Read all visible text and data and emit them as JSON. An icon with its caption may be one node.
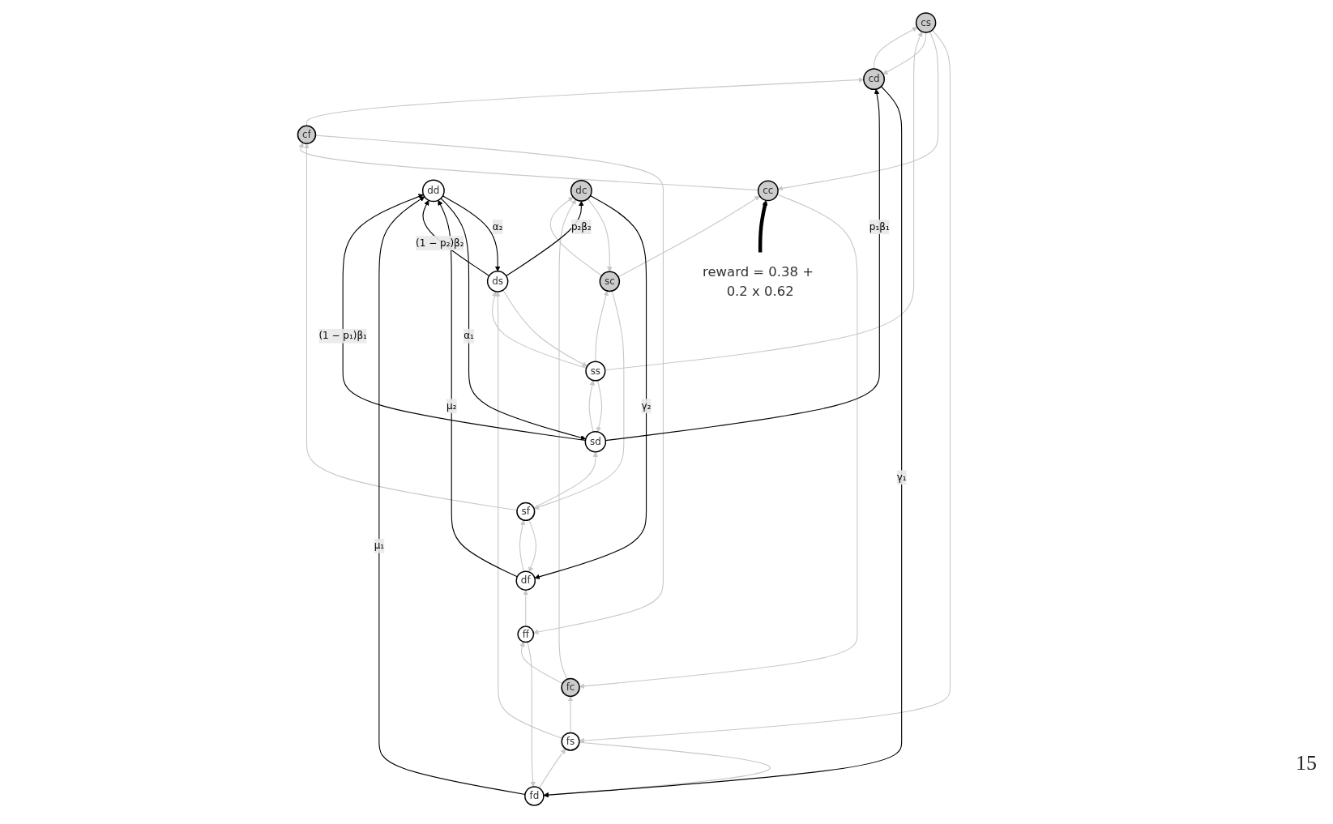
{
  "diagram": {
    "nodes": [
      {
        "text": [
          "fd"
        ]
      },
      {
        "text": [
          "fs"
        ]
      },
      {
        "text": [
          "fc"
        ]
      },
      {
        "text": [
          "ff"
        ]
      },
      {
        "text": [
          "cd"
        ]
      },
      {
        "text": [
          "cs"
        ]
      },
      {
        "text": [
          "cc"
        ]
      },
      {
        "text": [
          "cf"
        ]
      },
      {
        "text": [
          "sd"
        ]
      },
      {
        "text": [
          "ss"
        ]
      },
      {
        "text": [
          "sc"
        ]
      },
      {
        "text": [
          "sf"
        ]
      },
      {
        "text": [
          "dd"
        ]
      },
      {
        "text": [
          "ds"
        ]
      },
      {
        "text": [
          "dc"
        ]
      },
      {
        "text": [
          "df"
        ]
      },
      {
        "text": [
          "reward = 0.38 + 0.2 x 0.62"
        ]
      }
    ],
    "edges": [
      {
        "from": 0,
        "to": 1,
        "arrow": "to"
      },
      {
        "from": 1,
        "to": 0,
        "arrow": "to"
      },
      {
        "from": 1,
        "to": 2,
        "arrow": "to"
      },
      {
        "from": 2,
        "to": 3,
        "arrow": "to"
      },
      {
        "from": 3,
        "to": 0,
        "arrow": "to"
      },
      {
        "from": 4,
        "to": 5,
        "arrow": "to"
      },
      {
        "from": 5,
        "to": 4,
        "arrow": "to"
      },
      {
        "from": 5,
        "to": 6,
        "arrow": "to"
      },
      {
        "from": 6,
        "to": 7,
        "arrow": "to"
      },
      {
        "from": 7,
        "to": 4,
        "arrow": "to"
      },
      {
        "from": 8,
        "to": 9,
        "arrow": "to"
      },
      {
        "from": 9,
        "to": 8,
        "arrow": "to"
      },
      {
        "from": 9,
        "to": 10,
        "arrow": "to"
      },
      {
        "from": 10,
        "to": 11,
        "arrow": "to"
      },
      {
        "from": 11,
        "to": 8,
        "arrow": "to"
      },
      {
        "from": 13,
        "to": 9,
        "arrow": "to"
      },
      {
        "from": 9,
        "to": 5,
        "arrow": "to"
      },
      {
        "from": 5,
        "to": 1,
        "arrow": "to"
      },
      {
        "from": 9,
        "to": 13,
        "arrow": "to"
      },
      {
        "from": 1,
        "to": 13,
        "arrow": "to"
      },
      {
        "from": 14,
        "to": 10,
        "arrow": "to"
      },
      {
        "from": 10,
        "to": 6,
        "arrow": "to"
      },
      {
        "from": 6,
        "to": 2,
        "arrow": "to"
      },
      {
        "from": 10,
        "to": 14,
        "arrow": "to"
      },
      {
        "from": 2,
        "to": 14,
        "arrow": "to"
      },
      {
        "from": 15,
        "to": 11,
        "arrow": "to"
      },
      {
        "from": 11,
        "to": 7,
        "arrow": "to"
      },
      {
        "from": 7,
        "to": 3,
        "arrow": "to"
      },
      {
        "from": 11,
        "to": 15,
        "arrow": "to"
      },
      {
        "from": 3,
        "to": 15,
        "arrow": "to"
      },
      {
        "from": 4,
        "to": 0,
        "arrow": "to",
        "label": "γ₁",
        "color": "#000000"
      },
      {
        "from": 8,
        "to": 4,
        "arrow": "to",
        "label": "p₁β₁",
        "color": "#000000"
      },
      {
        "from": 12,
        "to": 8,
        "arrow": "to",
        "label": "α₁",
        "color": "#000000"
      },
      {
        "from": 8,
        "to": 12,
        "arrow": "to",
        "label": "(1 − p₁)β₁",
        "color": "#000000"
      },
      {
        "from": 0,
        "to": 12,
        "arrow": "to",
        "label": "μ₁",
        "color": "#000000"
      },
      {
        "from": 12,
        "to": 13,
        "arrow": "to",
        "label": "α₂",
        "color": "#000000"
      },
      {
        "from": 13,
        "to": 12,
        "arrow": "to",
        "label": "(1 − p₂)β₂",
        "color": "#000000"
      },
      {
        "from": 13,
        "to": 14,
        "arrow": "to",
        "label": "p₂β₂",
        "color": "#000000"
      },
      {
        "from": 14,
        "to": 15,
        "arrow": "to",
        "label": "γ₂",
        "color": "#000000"
      },
      {
        "from": 15,
        "to": 12,
        "arrow": "to",
        "label": "μ₂",
        "color": "#000000"
      },
      {
        "from": 16,
        "to": 6,
        "arrow": "to",
        "style": "thick",
        "color": "#000000"
      }
    ],
    "labels": [
      "15"
    ]
  }
}
